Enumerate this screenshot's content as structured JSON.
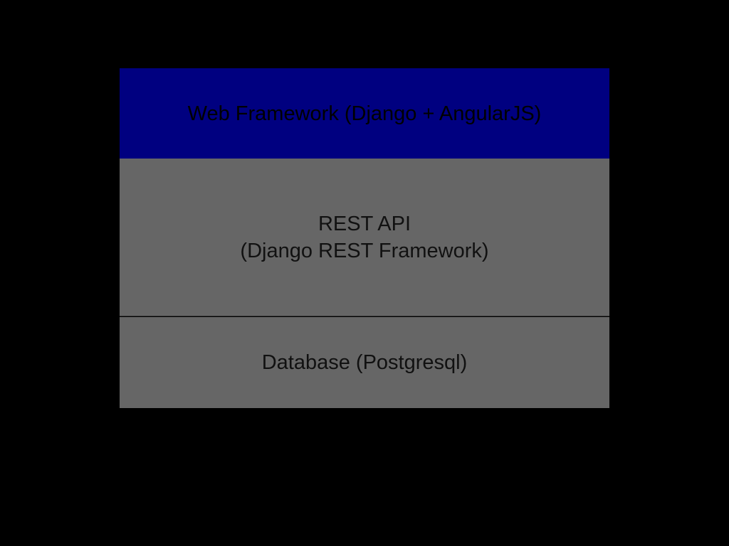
{
  "colors": {
    "background": "#000000",
    "web_layer": "#000080",
    "api_layer": "#666666",
    "db_layer": "#666666",
    "text": "#111111"
  },
  "layers": [
    {
      "lines": [
        "Web Framework (Django + AngularJS)"
      ]
    },
    {
      "lines": [
        "REST API",
        "(Django REST Framework)"
      ]
    },
    {
      "lines": [
        "Database (Postgresql)"
      ]
    }
  ]
}
